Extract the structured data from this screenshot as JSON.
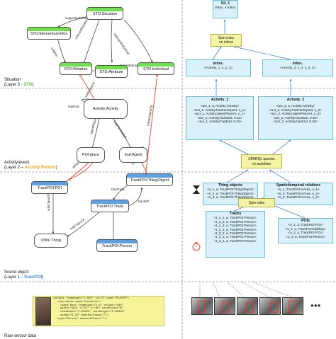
{
  "layers": {
    "situation": {
      "line1": "Situation",
      "line2_prefix": "(Layer 3 - ",
      "line2_hl": "STO",
      "line2_suffix": ")"
    },
    "activity": {
      "line1": "Activity/event",
      "line2_prefix": "(Layer 2 – ",
      "line2_hl": "Activity Pattern",
      "line2_suffix": ")"
    },
    "scene": {
      "line1": "Scene object",
      "line2_prefix": "(Layer 1 - ",
      "line2_hl": "TrackPOI",
      "line2_suffix": ")"
    },
    "raw": {
      "line1": "Raw sensor data"
    }
  },
  "ontology": {
    "nodes": {
      "sto_situation": "STO:Situation",
      "sto_elementary_infon": "STO:ElementaryInfon",
      "sto_relation": "STO:Relation",
      "sto_attribute": "STO:Attribute",
      "sto_individual": "STO:Individual",
      "activity_activity": "Activity:Activity",
      "poi_place": "POI:place",
      "foaf_agent": "foaf:Agent",
      "trackpoi_poi": "TrackPOI:POI",
      "trackpoi_thing_object": "TrackPOI:ThingObject",
      "trackpoi_track": "TrackPOI:Track",
      "owl_thing": "OWL:Thing",
      "trackpoi_person": "TrackPOI:Person"
    },
    "edges": {
      "supported_infon": "supportedInfon",
      "relevant_relation": "relevantRelation",
      "relevant_individual": "relevantIndividual",
      "relation": "relation",
      "has_attribute": "hasAttribute",
      "sub_class_of": "subClassOf",
      "has_part": "hasPart",
      "takes_place_at": "takesPlaceAt",
      "has_participant": "hasParticipant",
      "is_equivalent_to": "isEquivalentTo",
      "has_track": "hasTrack",
      "track_of": "trackOf"
    }
  },
  "rules": {
    "sit_title": "Sit_1",
    "sit_expr": "Infon₁ ∧ Infon₂",
    "spin_infons": "Spin rules\non infons",
    "infon1": {
      "title": "Infon₁",
      "line": "<Activity_1, s_1, 1>"
    },
    "infon2": {
      "title": "Infon₂",
      "line": "<Activity_2, s_2, s_3, 1>"
    },
    "activity1": {
      "title": "Activity_1",
      "lines": [
        "<act_1, a, Activity:Activity>",
        "<act_1, Activity:hasParticipant, s_1>",
        "<act_1, Activity:takesPlaceAt, o_1>",
        "<act_1, Activity:hasStart, 0.32>",
        "<act_1, Activity:hasEnd, 0.42>"
      ]
    },
    "activity2": {
      "title": "Activity_2",
      "lines": [
        "<act_2, a, Activity:Activity>",
        "<act_2, Activity:hasParticipant, s_2>",
        "<act_2, Activity:takesPlaceAt, o_2>",
        "<act_2, Activity:hasStart, 0.45>",
        "<act_2, Activity:hasEnd, 0.48>"
      ]
    },
    "sparql": "SPARQL queries\non activities",
    "thing_objects": {
      "title": "Thing objects",
      "lines": [
        "<s_1, a, TrackPOI:ThingObject>",
        "<s_2, a, TrackPOI:ThingObject>",
        "<s_3, a, TrackPOI:ThingObject>"
      ]
    },
    "spatio": {
      "title": "Spatio/temporal relations",
      "lines": [
        "<s_1, TrackPOI:inArea, o_1>",
        "<s_2, TrackPOI:inArea, o_2>",
        "<s_3, TrackPOI:inArea, o_2>"
      ]
    },
    "spin_rules": "Spin rules",
    "tracks": {
      "title": "Tracks",
      "lines": [
        "<t_1_1, a, TrackPOI:Person>",
        "<t_1_2, a, TrackPOI:Person>",
        "<t_1_3, a, TrackPOI:Person>",
        "<t_2_1, a, TrackPOI:Person>",
        "<t_2_2, a, TrackPOI:Person>",
        "<t_2_3, a, TrackPOI:Person>",
        "<t_3_1, a, TrackPOI:Person>"
      ]
    },
    "pois": {
      "title": "POIs",
      "lines": [
        "<o_1, a, TrackPOI:POI>",
        "<o_1, a, TrackPOI:building>",
        "<o_2, a, TrackPOI:POI>",
        "<o_2, a, TrackPOI:Person>"
      ]
    }
  },
  "raw_xml": {
    "lines": [
      "<object framespan=\"1:903\" id=\"3\" name=\"PLAYER\">",
      "<attribute name=\"Location\">",
      "<data:bbox framespan=\"1:1\" height=\"146\"",
      "width=\"184\" x=\"57\" y=\"85\" direction=\"N\"",
      "realWidth=\"2.59104\" realHeight=\"3.65499\"",
      "speed=\"0.32\" nearestPlace=\"\"/>",
      "type=\"Person\" nearestPlace=\"\"/>"
    ],
    "ellipsis": "●●●"
  },
  "colors": {
    "green": "#6ee24a",
    "blue": "#5aa0e8",
    "orange": "#f2a51a",
    "arrow_red": "#e2452a",
    "rule_fill": "#daf1fb",
    "spin_fill": "#f4f3a6"
  }
}
